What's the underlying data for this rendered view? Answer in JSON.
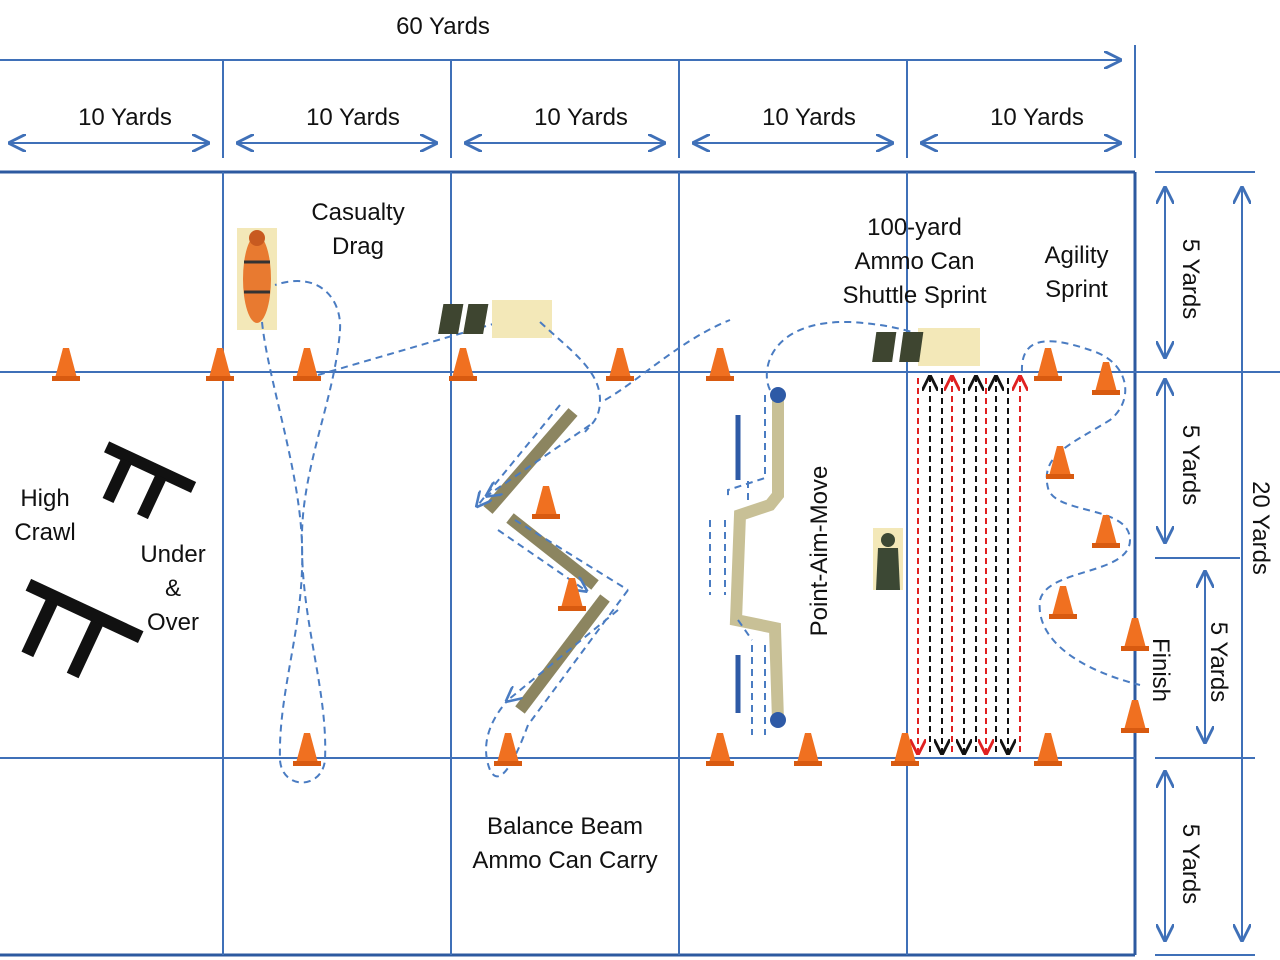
{
  "header": {
    "total_width_label": "60 Yards",
    "column_labels": [
      "10 Yards",
      "10 Yards",
      "10 Yards",
      "10 Yards",
      "10 Yards"
    ]
  },
  "side_dimensions": {
    "right_labels": [
      "5 Yards",
      "5 Yards",
      "5 Yards"
    ],
    "finish_width_label": "5 Yards",
    "total_height_label": "20 Yards"
  },
  "stations": {
    "high_crawl": [
      "High",
      "Crawl"
    ],
    "under_over": [
      "Under",
      "&",
      "Over"
    ],
    "casualty_drag": [
      "Casualty",
      "Drag"
    ],
    "balance_beam": [
      "Balance Beam",
      "Ammo Can Carry"
    ],
    "point_aim_move": "Point-Aim-Move",
    "shuttle_sprint": [
      "100-yard",
      "Ammo Can",
      "Shuttle Sprint"
    ],
    "agility_sprint": [
      "Agility",
      "Sprint"
    ],
    "finish": "Finish"
  },
  "colors": {
    "grid_line": "#3f70b8",
    "path_dashed": "#4a7cc2",
    "cone": "#f07020",
    "beam": "#8c8560",
    "shuttle_red": "#e02020",
    "shuttle_black": "#111111"
  }
}
